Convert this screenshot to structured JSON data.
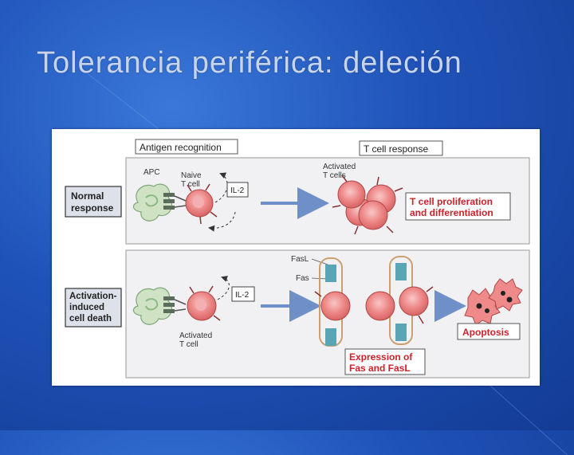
{
  "slide": {
    "title": "Tolerancia periférica: deleción"
  },
  "figure": {
    "header_left": "Antigen recognition",
    "header_right": "T cell response",
    "row1": {
      "label_line1": "Normal",
      "label_line2": "response",
      "apc_label": "APC",
      "naive_line1": "Naive",
      "naive_line2": "T cell",
      "il2": "IL-2",
      "activated_line1": "Activated",
      "activated_line2": "T cells",
      "result_line1": "T cell proliferation",
      "result_line2": "and differentiation"
    },
    "row2": {
      "label_line1": "Activation-",
      "label_line2": "induced",
      "label_line3": "cell death",
      "il2": "IL-2",
      "activated_line1": "Activated",
      "activated_line2": "T cell",
      "fasl": "FasL",
      "fas": "Fas",
      "result": "Apoptosis",
      "expression_line1": "Expression of",
      "expression_line2": "Fas and FasL"
    }
  },
  "colors": {
    "cell_fill": "#ee8a8a",
    "cell_core": "#f4b0b0",
    "result_text": "#d0202a",
    "arrow_blue": "#6f8fc8",
    "apc_green": "#cfe3c4"
  }
}
